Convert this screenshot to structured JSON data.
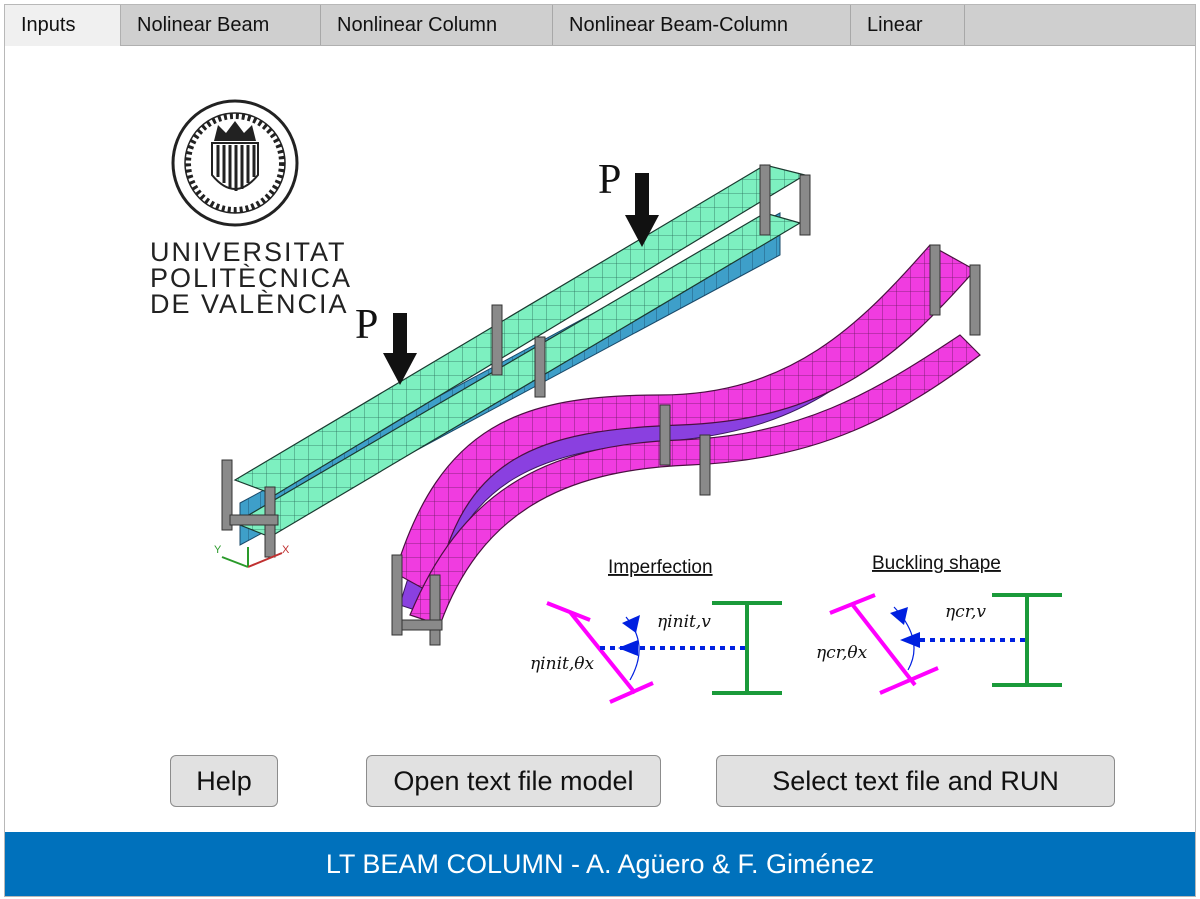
{
  "tabs": [
    {
      "label": "Inputs",
      "active": true
    },
    {
      "label": "Nolinear Beam",
      "active": false
    },
    {
      "label": "Nonlinear Column",
      "active": false
    },
    {
      "label": "Nonlinear Beam-Column",
      "active": false
    },
    {
      "label": "Linear",
      "active": false
    }
  ],
  "logo": {
    "line1": "UNIVERSITAT",
    "line2": "POLITÈCNICA",
    "line3": "DE VALÈNCIA"
  },
  "figure": {
    "load_label_1": "P",
    "load_label_2": "P",
    "axis_y": "Y",
    "axis_x": "X",
    "imperfection_title": "Imperfection",
    "buckling_title": "Buckling shape",
    "eta_init_v": "ηinit,v",
    "eta_init_theta": "ηinit,θx",
    "eta_cr_v": "ηcr,v",
    "eta_cr_theta": "ηcr,θx"
  },
  "buttons": {
    "help": "Help",
    "open_model": "Open text file model",
    "select_run": "Select text file and RUN"
  },
  "footer": {
    "text": "LT BEAM COLUMN - A. Agüero & F. Giménez"
  },
  "colors": {
    "footer_bg": "#0071bc",
    "beam_green": "#7df0c0",
    "beam_web": "#3e9fc9",
    "buckled_magenta": "#f03ce0",
    "buckled_web": "#8a40e0",
    "imperfection_magenta": "#ff00ff",
    "section_green": "#1a9a3a",
    "arrow_blue": "#0020e0"
  }
}
